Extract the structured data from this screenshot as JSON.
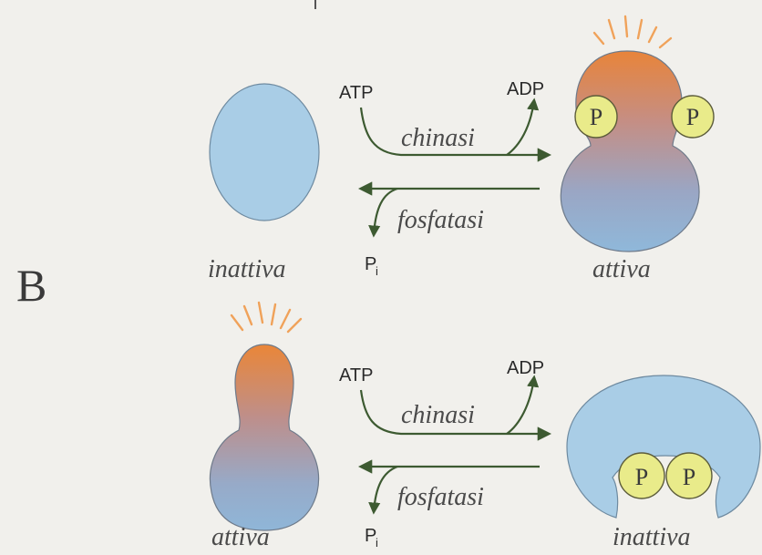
{
  "panel_label": "B",
  "top_reaction": {
    "substrate": "ATP",
    "product": "ADP",
    "forward_enzyme": "chinasi",
    "reverse_enzyme": "fosfatasi",
    "released": "P",
    "released_sub": "i",
    "left_state": "inattiva",
    "right_state": "attiva",
    "phospho_left": "P",
    "phospho_right": "P"
  },
  "bottom_reaction": {
    "substrate": "ATP",
    "product": "ADP",
    "forward_enzyme": "chinasi",
    "reverse_enzyme": "fosfatasi",
    "released": "P",
    "released_sub": "i",
    "left_state": "attiva",
    "right_state": "inattiva",
    "phospho_left": "P",
    "phospho_right": "P"
  },
  "colors": {
    "background": "#f1f0ec",
    "protein_blue": "#a9cde6",
    "active_orange": "#e8843a",
    "phosphate_yellow": "#e9eb8a",
    "arrow_green": "#3d5a31"
  }
}
